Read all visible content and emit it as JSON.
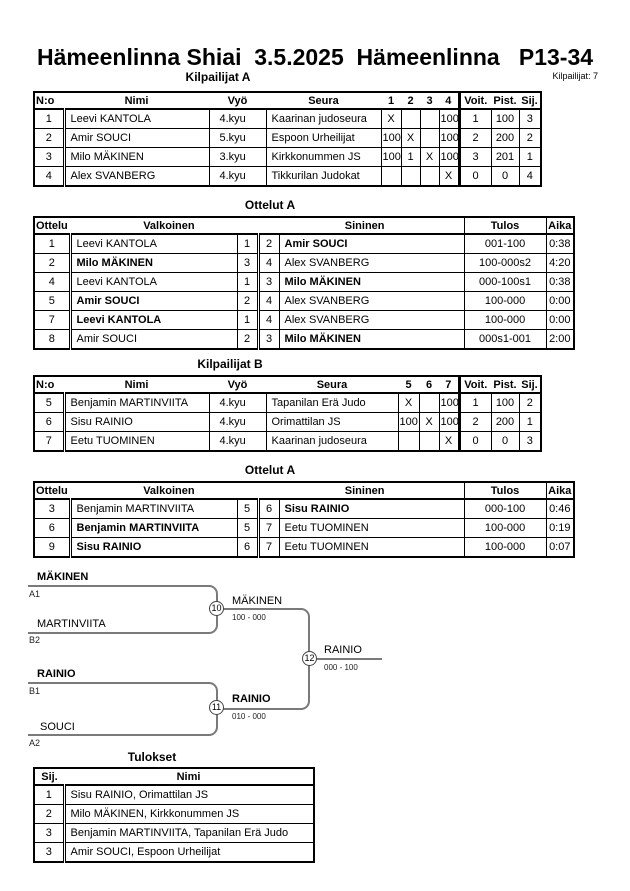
{
  "page": {
    "title": "Hämeenlinna Shiai  3.5.2025  Hämeenlinna   P13-34",
    "competitors_count": "Kilpailijat: 7"
  },
  "pool_a": {
    "heading": "Kilpailijat A",
    "headers": {
      "no": "N:o",
      "name": "Nimi",
      "belt": "Vyö",
      "club": "Seura",
      "r1": "1",
      "r2": "2",
      "r3": "3",
      "r4": "4",
      "wins": "Voit.",
      "points": "Pist.",
      "place": "Sij."
    },
    "rows": [
      {
        "no": "1",
        "name": "Leevi KANTOLA",
        "belt": "4.kyu",
        "club": "Kaarinan judoseura",
        "r1": "X",
        "r2": "",
        "r3": "",
        "r4": "100",
        "wins": "1",
        "points": "100",
        "place": "3"
      },
      {
        "no": "2",
        "name": "Amir SOUCI",
        "belt": "5.kyu",
        "club": "Espoon Urheilijat",
        "r1": "100",
        "r2": "X",
        "r3": "",
        "r4": "100",
        "wins": "2",
        "points": "200",
        "place": "2"
      },
      {
        "no": "3",
        "name": "Milo MÄKINEN",
        "belt": "3.kyu",
        "club": "Kirkkonummen JS",
        "r1": "100",
        "r2": "1",
        "r3": "X",
        "r4": "100",
        "wins": "3",
        "points": "201",
        "place": "1"
      },
      {
        "no": "4",
        "name": "Alex SVANBERG",
        "belt": "4.kyu",
        "club": "Tikkurilan Judokat",
        "r1": "",
        "r2": "",
        "r3": "",
        "r4": "X",
        "wins": "0",
        "points": "0",
        "place": "4"
      }
    ]
  },
  "matches_a": {
    "heading": "Ottelut A",
    "headers": {
      "match": "Ottelu",
      "white": "Valkoinen",
      "blue": "Sininen",
      "result": "Tulos",
      "time": "Aika"
    },
    "rows": [
      {
        "no": "1",
        "white": "Leevi KANTOLA",
        "wcls": "",
        "wno": "1",
        "bno": "2",
        "blue": "Amir SOUCI",
        "bcls": "b",
        "result": "001-100",
        "time": "0:38"
      },
      {
        "no": "2",
        "white": "Milo MÄKINEN",
        "wcls": "b",
        "wno": "3",
        "bno": "4",
        "blue": "Alex SVANBERG",
        "bcls": "",
        "result": "100-000s2",
        "time": "4:20"
      },
      {
        "no": "4",
        "white": "Leevi KANTOLA",
        "wcls": "",
        "wno": "1",
        "bno": "3",
        "blue": "Milo MÄKINEN",
        "bcls": "b",
        "result": "000-100s1",
        "time": "0:38"
      },
      {
        "no": "5",
        "white": "Amir SOUCI",
        "wcls": "b",
        "wno": "2",
        "bno": "4",
        "blue": "Alex SVANBERG",
        "bcls": "",
        "result": "100-000",
        "time": "0:00"
      },
      {
        "no": "7",
        "white": "Leevi KANTOLA",
        "wcls": "b",
        "wno": "1",
        "bno": "4",
        "blue": "Alex SVANBERG",
        "bcls": "",
        "result": "100-000",
        "time": "0:00"
      },
      {
        "no": "8",
        "white": "Amir SOUCI",
        "wcls": "",
        "wno": "2",
        "bno": "3",
        "blue": "Milo MÄKINEN",
        "bcls": "b",
        "result": "000s1-001",
        "time": "2:00"
      }
    ]
  },
  "pool_b": {
    "heading": "Kilpailijat B",
    "headers": {
      "no": "N:o",
      "name": "Nimi",
      "belt": "Vyö",
      "club": "Seura",
      "r1": "5",
      "r2": "6",
      "r3": "7",
      "wins": "Voit.",
      "points": "Pist.",
      "place": "Sij."
    },
    "rows": [
      {
        "no": "5",
        "name": "Benjamin MARTINVIITA",
        "belt": "4.kyu",
        "club": "Tapanilan Erä Judo",
        "r1": "X",
        "r2": "",
        "r3": "100",
        "wins": "1",
        "points": "100",
        "place": "2"
      },
      {
        "no": "6",
        "name": "Sisu RAINIO",
        "belt": "4.kyu",
        "club": "Orimattilan JS",
        "r1": "100",
        "r2": "X",
        "r3": "100",
        "wins": "2",
        "points": "200",
        "place": "1"
      },
      {
        "no": "7",
        "name": "Eetu TUOMINEN",
        "belt": "4.kyu",
        "club": "Kaarinan judoseura",
        "r1": "",
        "r2": "",
        "r3": "X",
        "wins": "0",
        "points": "0",
        "place": "3"
      }
    ]
  },
  "matches_b": {
    "heading": "Ottelut A",
    "headers": {
      "match": "Ottelu",
      "white": "Valkoinen",
      "blue": "Sininen",
      "result": "Tulos",
      "time": "Aika"
    },
    "rows": [
      {
        "no": "3",
        "white": "Benjamin MARTINVIITA",
        "wcls": "",
        "wno": "5",
        "bno": "6",
        "blue": "Sisu RAINIO",
        "bcls": "b",
        "result": "000-100",
        "time": "0:46"
      },
      {
        "no": "6",
        "white": "Benjamin MARTINVIITA",
        "wcls": "b",
        "wno": "5",
        "bno": "7",
        "blue": "Eetu TUOMINEN",
        "bcls": "",
        "result": "100-000",
        "time": "0:19"
      },
      {
        "no": "9",
        "white": "Sisu RAINIO",
        "wcls": "b",
        "wno": "6",
        "bno": "7",
        "blue": "Eetu TUOMINEN",
        "bcls": "",
        "result": "100-000",
        "time": "0:07"
      }
    ]
  },
  "bracket": {
    "semi1": {
      "top": "MÄKINEN",
      "top_cls": "b",
      "top_seed": "A1",
      "bottom": "MARTINVIITA",
      "bottom_cls": "",
      "bottom_seed": "B2",
      "node": "10",
      "winner": "MÄKINEN",
      "winner_cls": "",
      "score": "100 - 000"
    },
    "semi2": {
      "top": "RAINIO",
      "top_cls": "b",
      "top_seed": "B1",
      "bottom": "SOUCI",
      "bottom_cls": "",
      "bottom_seed": "A2",
      "node": "11",
      "winner": "RAINIO",
      "winner_cls": "b",
      "score": "010 - 000"
    },
    "final": {
      "node": "12",
      "winner": "RAINIO",
      "winner_cls": "",
      "score": "000 - 100"
    }
  },
  "results": {
    "heading": "Tulokset",
    "headers": {
      "place": "Sij.",
      "name": "Nimi"
    },
    "rows": [
      {
        "place": "1",
        "name": "Sisu RAINIO, Orimattilan JS"
      },
      {
        "place": "2",
        "name": "Milo MÄKINEN, Kirkkonummen JS"
      },
      {
        "place": "3",
        "name": "Benjamin MARTINVIITA, Tapanilan Erä Judo"
      },
      {
        "place": "3",
        "name": "Amir SOUCI, Espoon Urheilijat"
      }
    ]
  }
}
